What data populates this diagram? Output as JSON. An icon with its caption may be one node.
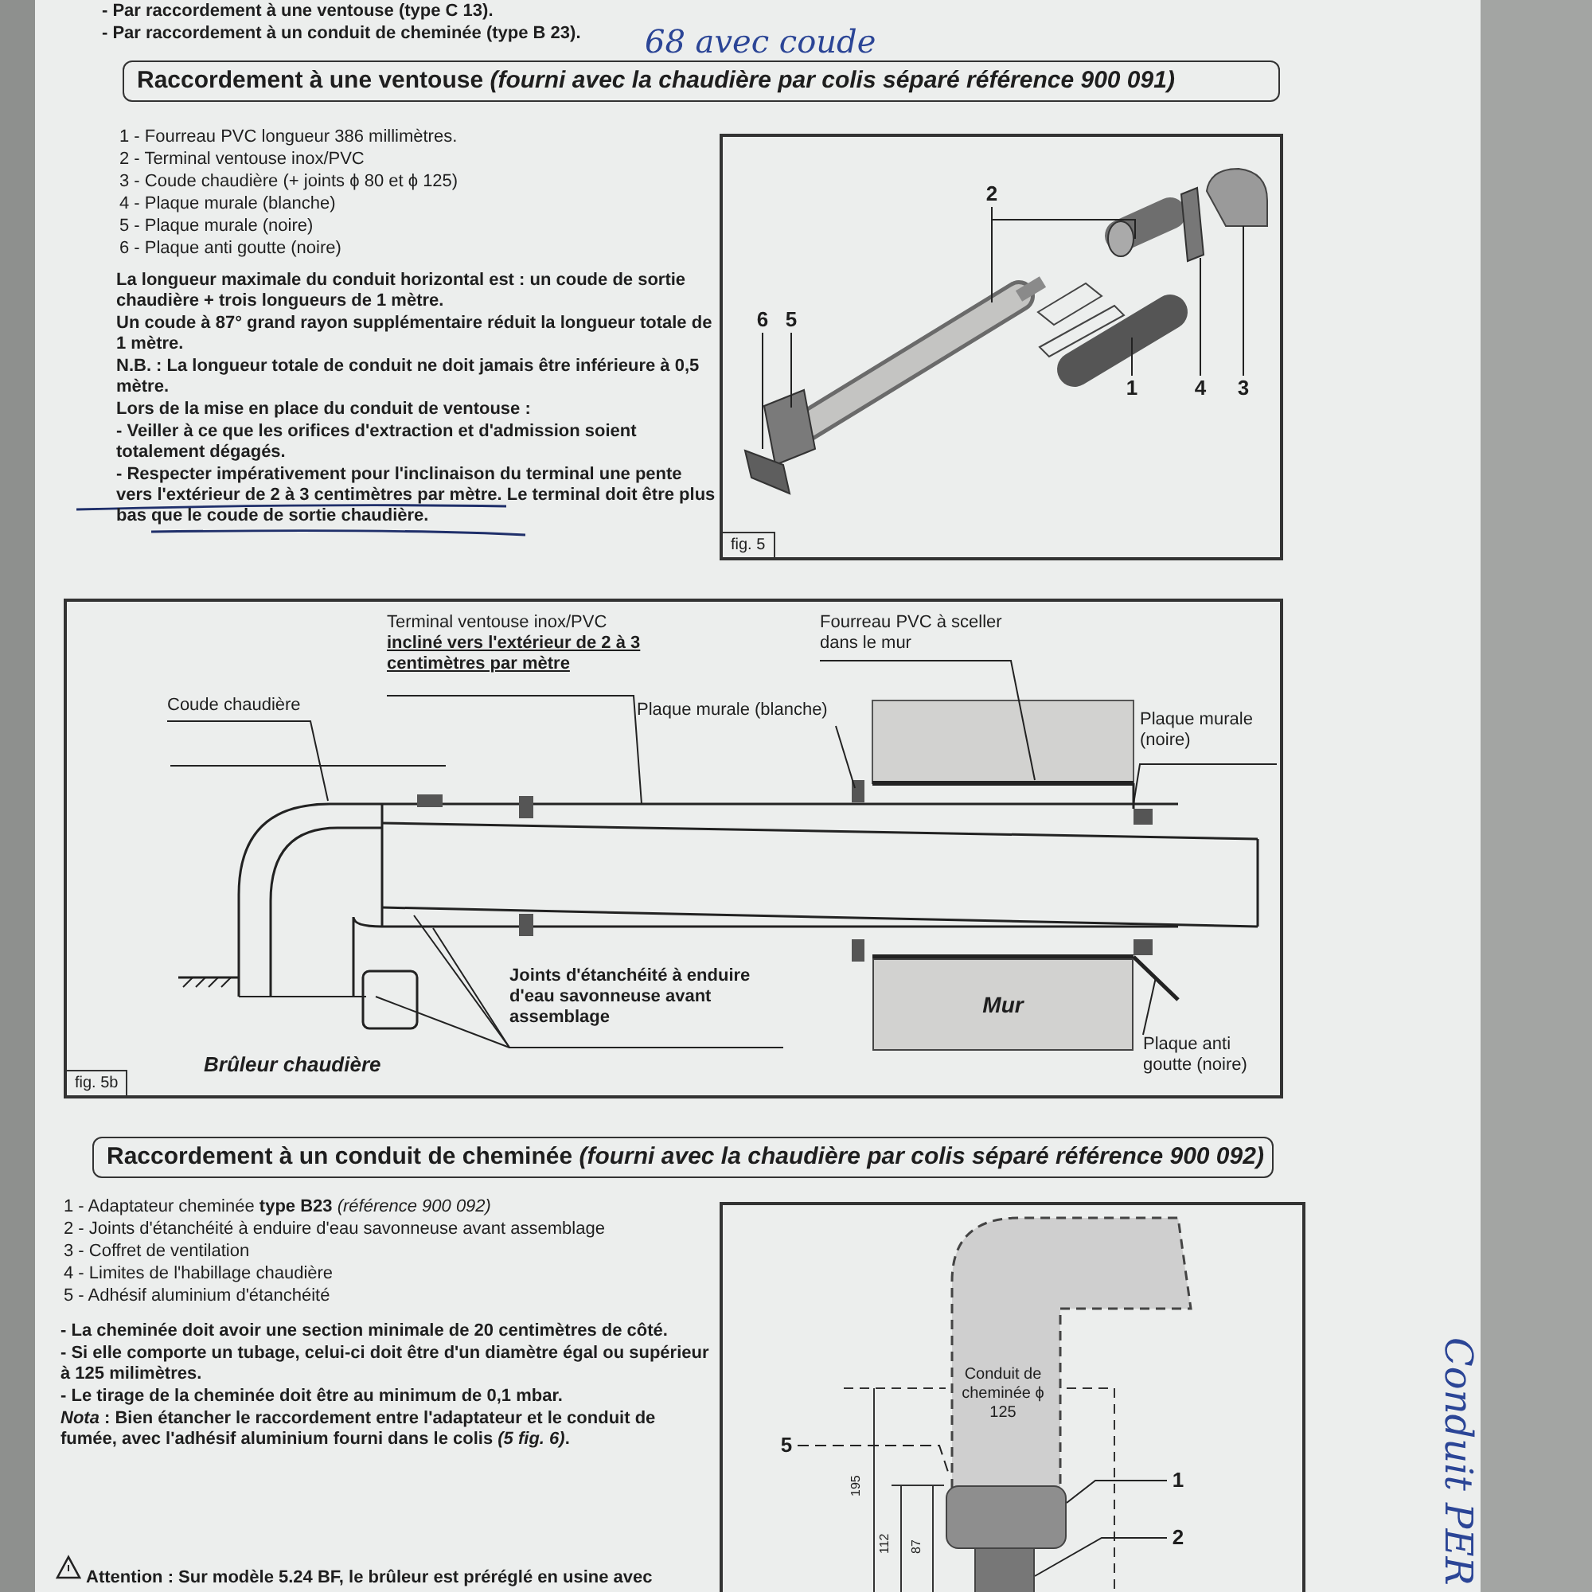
{
  "diagram": {
    "nodes": [
      {
        "text": [
          "Raccordement à une ventouse *(fourni avec la chaudière par colis séparé référence 900 091)*"
        ]
      },
      {
        "text": [
          "fig. 5"
        ]
      },
      {
        "text": [
          "2"
        ],
        "in": 1
      },
      {
        "text": [
          "6"
        ],
        "in": 1
      },
      {
        "text": [
          "5"
        ],
        "in": 1
      },
      {
        "text": [
          "1"
        ],
        "in": 1
      },
      {
        "text": [
          "4"
        ],
        "in": 1
      },
      {
        "text": [
          "3"
        ],
        "in": 1
      },
      {
        "text": [
          "fig. 5b"
        ]
      },
      {
        "text": [
          "Terminal ventouse inox/PVC",
          "incliné vers l'extérieur de 2 à 3 centimètres par mètre"
        ],
        "in": 8
      },
      {
        "text": [
          "Fourreau PVC à sceller dans le mur"
        ],
        "in": 8
      },
      {
        "text": [
          "Coude chaudière"
        ],
        "in": 8
      },
      {
        "text": [
          "Plaque murale (blanche)"
        ],
        "in": 8
      },
      {
        "text": [
          "Plaque murale (noire)"
        ],
        "in": 8
      },
      {
        "text": [
          "Joints d'étanchéité à enduire d'eau savonneuse avant assemblage"
        ],
        "in": 8
      },
      {
        "text": [
          "Mur"
        ],
        "in": 8
      },
      {
        "text": [
          "Plaque anti goutte (noire)"
        ],
        "in": 8
      },
      {
        "text": [
          "Raccordement à un conduit de cheminée *(fourni avec la chaudière par colis séparé référence 900 092)*"
        ]
      },
      {
        "text": [],
        "shape": "box"
      },
      {
        "text": [
          "5"
        ],
        "in": 18
      },
      {
        "text": [
          "1"
        ],
        "in": 18
      },
      {
        "text": [
          "2"
        ],
        "in": 18
      },
      {
        "text": [
          "Conduit de cheminée ϕ 125"
        ],
        "in": 18
      },
      {
        "text": [],
        "shape": "box",
        "in": 18
      },
      {
        "text": [],
        "shape": "box",
        "in": 18
      }
    ],
    "edges": [
      {
        "from": 2,
        "to": null,
        "arrow": "none"
      },
      {
        "from": 2,
        "to": null,
        "arrow": "none"
      },
      {
        "from": 3,
        "to": null,
        "arrow": "none"
      },
      {
        "from": 4,
        "to": null,
        "arrow": "none"
      },
      {
        "from": 5,
        "to": null,
        "arrow": "none"
      },
      {
        "from": 6,
        "to": null,
        "arrow": "none"
      },
      {
        "from": 7,
        "to": null,
        "arrow": "none"
      },
      {
        "from": 9,
        "to": null,
        "arrow": "none"
      },
      {
        "from": 10,
        "to": null,
        "arrow": "none"
      },
      {
        "from": 11,
        "to": null,
        "arrow": "none"
      },
      {
        "from": 12,
        "to": null,
        "arrow": "none"
      },
      {
        "from": 13,
        "to": null,
        "arrow": "none"
      },
      {
        "from": 14,
        "to": null,
        "arrow": "none"
      },
      {
        "from": 14,
        "to": null,
        "arrow": "none"
      },
      {
        "from": 14,
        "to": null,
        "arrow": "none"
      },
      {
        "from": 16,
        "to": null,
        "arrow": "none"
      },
      {
        "from": 19,
        "to": 22,
        "arrow": "none",
        "style": "dashed"
      },
      {
        "from": 20,
        "to": 23,
        "arrow": "none"
      },
      {
        "from": 21,
        "to": 24,
        "arrow": "none"
      }
    ],
    "labels": [
      "- Par raccordement à une ventouse (type C 13).",
      "- Par raccordement à un conduit de cheminée (type B 23).",
      "68 avec coude",
      "1 - Fourreau PVC longueur 386 millimètres.",
      "2 - Terminal ventouse inox/PVC",
      "3 - Coude chaudière (+ joints ϕ 80 et ϕ 125)",
      "4 - Plaque murale (blanche)",
      "5 - Plaque murale (noire)",
      "6 - Plaque anti goutte (noire)",
      "La longueur maximale du conduit horizontal est : un coude de sortie chaudière + trois longueurs de 1 mètre.",
      "Un coude à 87° grand rayon supplémentaire réduit la longueur totale de 1 mètre.",
      "N.B. : La longueur totale de conduit ne doit jamais être inférieure à 0,5 mètre.",
      "Lors de la mise en place du conduit de ventouse :",
      "- Veiller à ce que les orifices d'extraction et d'admission soient totalement dégagés.",
      "- Respecter impérativement pour l'inclinaison du terminal une pente vers l'extérieur de 2 à 3 centimètres par mètre. Le terminal doit être plus bas que le coude de sortie chaudière.",
      "Brûleur chaudière",
      "1 - Adaptateur cheminée **type B23** *(référence 900 092)*",
      "2 - Joints d'étanchéité à enduire d'eau savonneuse avant assemblage",
      "3 - Coffret de ventilation",
      "4 - Limites de l'habillage chaudière",
      "5 - Adhésif aluminium d'étanchéité",
      "- La cheminée doit avoir une section minimale de 20 centimètres de côté.",
      "- Si elle comporte un tubage, celui-ci doit être d'un diamètre égal ou supérieur à 125 milimètres.",
      "- Le tirage de la cheminée doit être au minimum de 0,1 mbar.",
      "*Nota* : Bien étancher le raccordement entre l'adaptateur et le conduit de fumée, avec l'adhésif aluminium fourni dans le colis *(5 fig. 6)*.",
      "Attention : Sur modèle 5.24 BF, le brûleur est préréglé en usine avec",
      "195",
      "112",
      "87",
      "Conduit PER"
    ]
  }
}
